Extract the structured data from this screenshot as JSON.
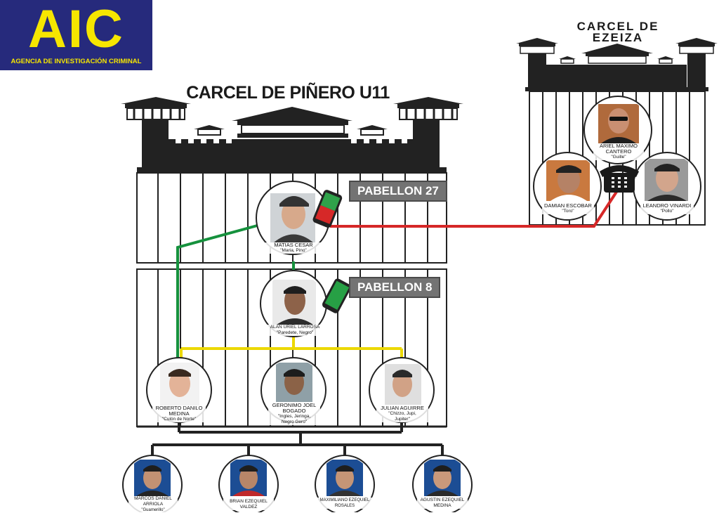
{
  "logo": {
    "acronym": "AIC",
    "name": "AGENCIA DE INVESTIGACIÓN CRIMINAL",
    "background": "#262a7c",
    "text_color": "#f6e600"
  },
  "prisons": {
    "pinero": {
      "title": "CARCEL DE PIÑERO U11"
    },
    "ezeiza": {
      "title_line1": "CARCEL DE",
      "title_line2": "EZEIZA"
    }
  },
  "pavilions": {
    "p27": "PABELLON 27",
    "p8": "PABELLON 8"
  },
  "people": {
    "matias": {
      "name": "MATIAS CESAR",
      "alias": "\"Maria, Pino\""
    },
    "alan": {
      "name": "ALAN URIEL LARROSA",
      "alias": "\"Paredete, Negro\""
    },
    "roberto": {
      "name1": "ROBERTO DANILO",
      "name2": "MEDINA",
      "alias": "\"Culón de Norte\""
    },
    "geronimo": {
      "name1": "GERONIMO JOEL",
      "name2": "BOGADO",
      "alias1": "\"Ingles, Jeringa,",
      "alias2": "Negro Gero\""
    },
    "julian": {
      "name": "JULIAN AGUIRRE",
      "alias1": "\"Chizzo, Jupi,",
      "alias2": "Jupiter\""
    },
    "ariel": {
      "name1": "ARIEL MAXIMO",
      "name2": "CANTERO",
      "alias": "\"Guille\""
    },
    "damian": {
      "name": "DAMIAN ESCOBAR",
      "alias": "\"Toro\""
    },
    "leandro": {
      "name": "LEANDRO VINARDI",
      "alias": "\"Pollo\""
    },
    "marcos": {
      "name1": "MARCOS DANIEL",
      "name2": "ARRIOLA",
      "alias": "\"Guamerillo\""
    },
    "brian": {
      "name1": "BRIAN EZEQUIEL",
      "name2": "VALDEZ"
    },
    "maximiliano": {
      "name1": "MAXIMILIANO EZEQUIEL",
      "name2": "ROSALES"
    },
    "agustin": {
      "name1": "AGUSTIN EZEQUIEL",
      "name2": "MEDINA"
    }
  },
  "colors": {
    "prison": "#222222",
    "call_red": "#d62828",
    "call_green": "#15913d",
    "link_yellow": "#ecd800",
    "phone_red": "#d9231d"
  },
  "icons": [
    "cellphone-icon",
    "telephone-icon",
    "watchtower-icon"
  ]
}
